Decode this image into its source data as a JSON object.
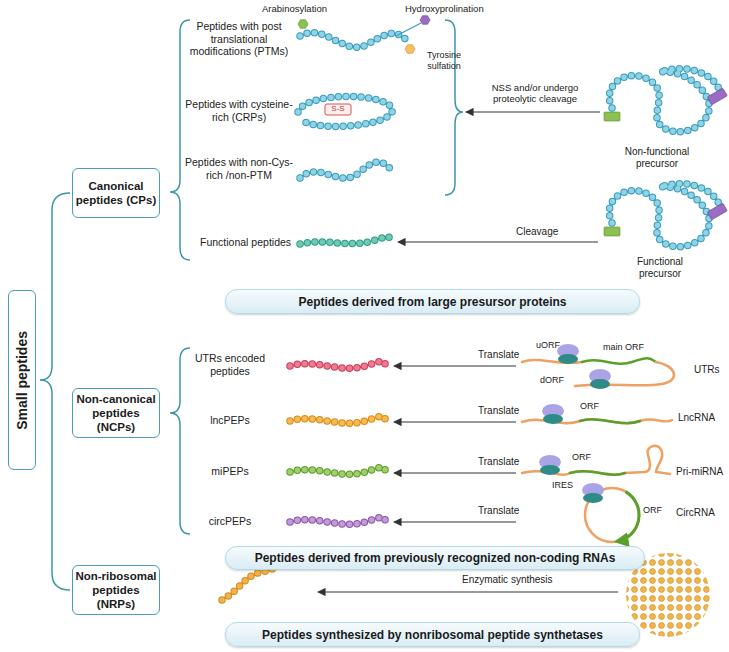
{
  "diagram": {
    "nodes": [
      {
        "text": [
          "Small peptides"
        ]
      },
      {
        "text": [
          "Canonical peptides (CPs)"
        ]
      },
      {
        "text": [
          "Non-canonical peptides (NCPs)"
        ]
      },
      {
        "text": [
          "Non-ribosomal peptides (NRPs)"
        ]
      },
      {
        "text": [
          "Peptides derived from large presursor proteins"
        ]
      },
      {
        "text": [
          "Peptides derived from previously recognized non-coding RNAs"
        ]
      },
      {
        "text": [
          "Peptides synthesized by nonribosomal peptide synthetases"
        ]
      }
    ],
    "labels": [
      "Arabinosylation",
      "Hydroxyprolination",
      "Peptides with post translational modifications (PTMs)",
      "Tyrosine sulfation",
      "NSS and/or undergo proteolytic cleavage",
      "S-S",
      "Peptides with cysteine-rich (CRPs)",
      "Non-functional precursor",
      "Peptides with non-Cys-rich /non-PTM",
      "Cleavage",
      "Functional peptides",
      "Functional precursor",
      "uORF",
      "main ORF",
      "UTRs encoded peptides",
      "Translate",
      "UTRs",
      "dORF",
      "ORF",
      "Translate",
      "lncPEPs",
      "LncRNA",
      "ORF",
      "Translate",
      "miPEPs",
      "Pri-miRNA",
      "IRES",
      "ORF",
      "CircRNA",
      "Translate",
      "circPEPs",
      "Enzymatic synthesis"
    ]
  }
}
